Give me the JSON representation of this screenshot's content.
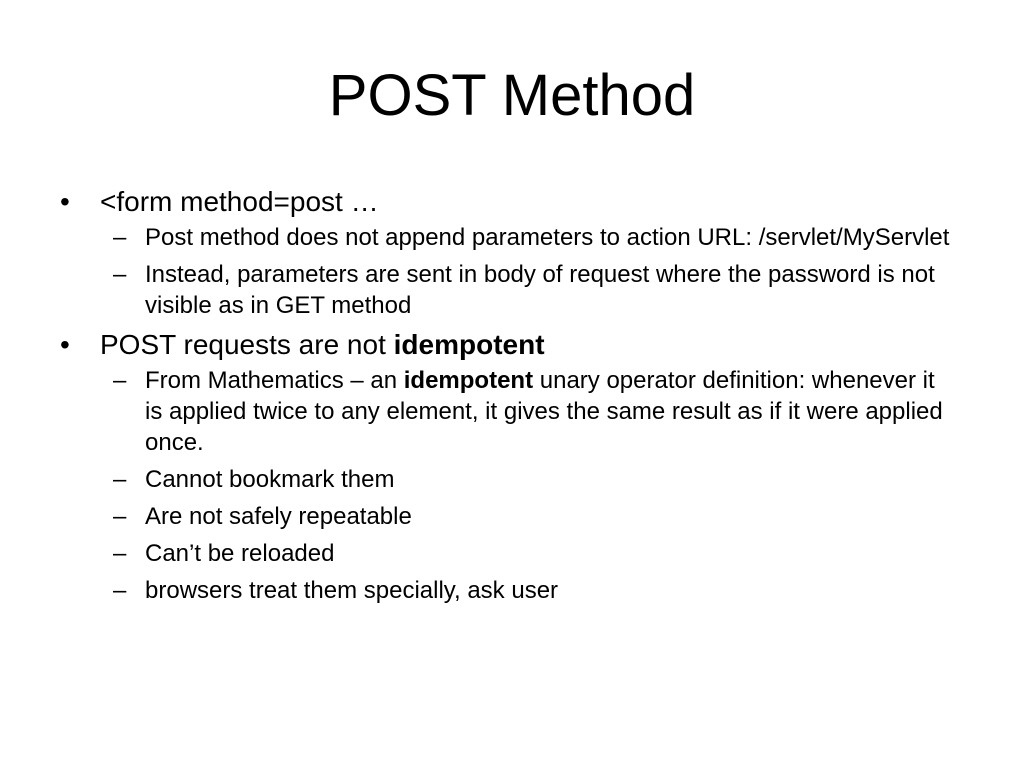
{
  "slide": {
    "title": "POST Method",
    "bullet_glyph": "•",
    "dash_glyph": "–",
    "items": [
      {
        "text": "<form method=post  …",
        "subitems": [
          {
            "text": "Post method does not append parameters to action URL: /servlet/MyServlet"
          },
          {
            "text": "Instead, parameters are sent in body of request where the password is not visible as in GET method"
          }
        ]
      },
      {
        "text_before": "POST requests are not ",
        "text_bold": "idempotent",
        "subitems": [
          {
            "text_before": "From Mathematics – an ",
            "text_bold": "idempotent",
            "text_after": " unary operator  definition: whenever it is applied twice to any element, it gives the same result as if it were applied once."
          },
          {
            "text": "Cannot bookmark them"
          },
          {
            "text": "Are not safely repeatable"
          },
          {
            "text": "Can’t be reloaded"
          },
          {
            "text": "browsers treat them specially, ask user"
          }
        ]
      }
    ]
  }
}
